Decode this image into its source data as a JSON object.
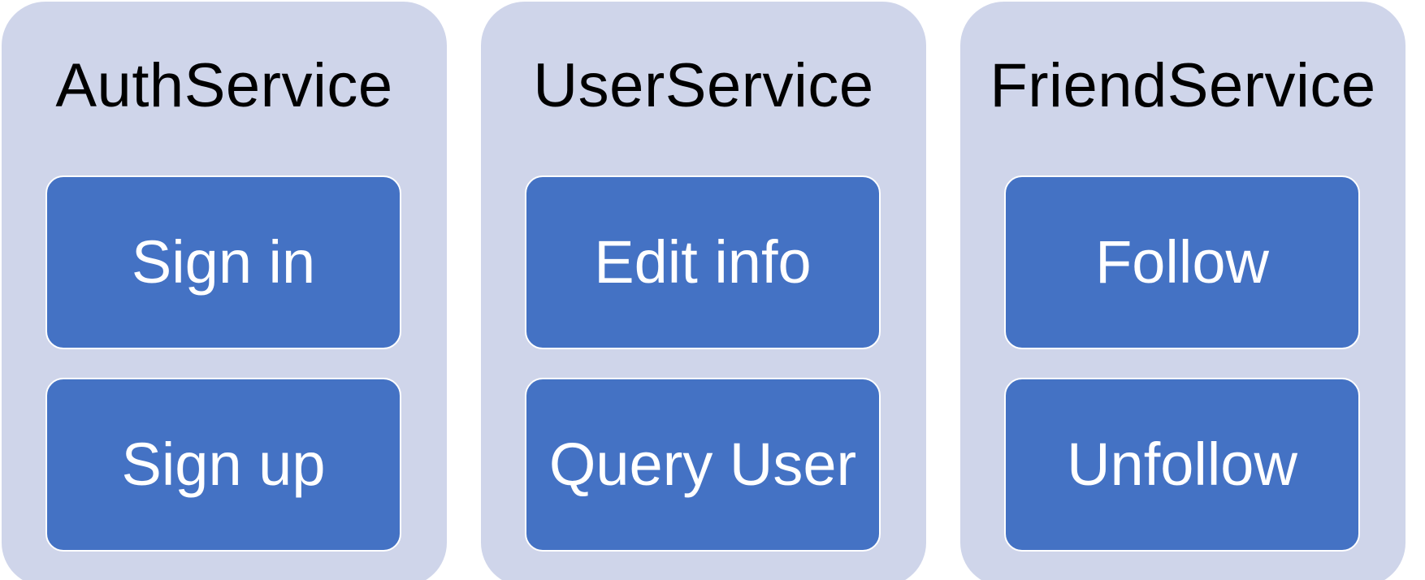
{
  "colors": {
    "service_background": "#cfd5ea",
    "operation_fill": "#4472c4",
    "operation_border": "#ffffff",
    "title_text": "#000000",
    "operation_text": "#ffffff"
  },
  "services": [
    {
      "title": "AuthService",
      "operations": [
        "Sign in",
        "Sign up"
      ]
    },
    {
      "title": "UserService",
      "operations": [
        "Edit info",
        "Query User"
      ]
    },
    {
      "title": "FriendService",
      "operations": [
        "Follow",
        "Unfollow"
      ]
    }
  ]
}
